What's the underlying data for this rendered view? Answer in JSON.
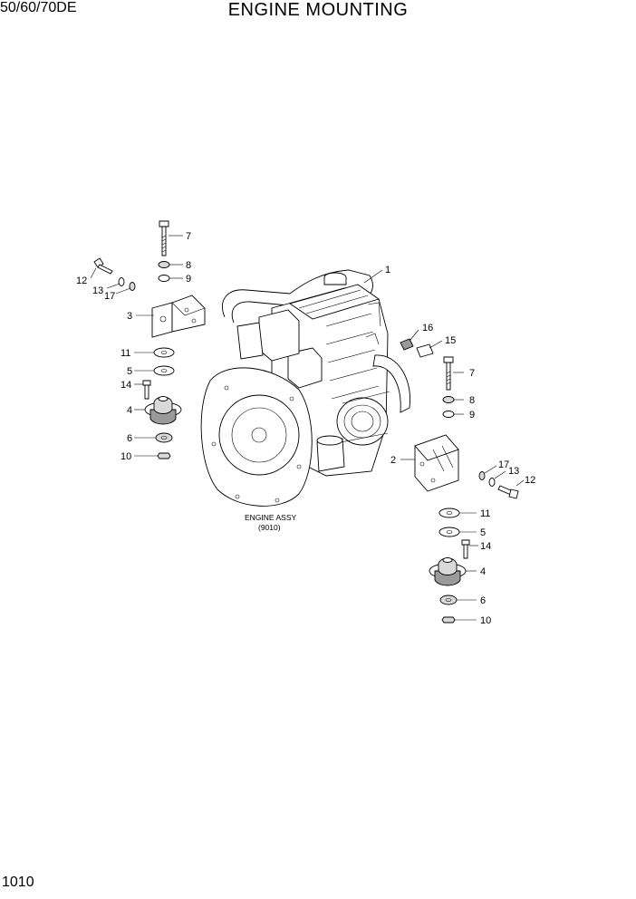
{
  "header": {
    "model": "50/60/70DE",
    "title": "ENGINE MOUNTING"
  },
  "footer": {
    "page_number": "1010"
  },
  "assembly_caption": {
    "line1": "ENGINE ASSY",
    "line2": "(9010)"
  },
  "callouts": {
    "c1": "1",
    "c2": "2",
    "c3": "3",
    "c4a": "4",
    "c4b": "4",
    "c5a": "5",
    "c5b": "5",
    "c6a": "6",
    "c6b": "6",
    "c7a": "7",
    "c7b": "7",
    "c8a": "8",
    "c8b": "8",
    "c9a": "9",
    "c9b": "9",
    "c10a": "10",
    "c10b": "10",
    "c11a": "11",
    "c11b": "11",
    "c12a": "12",
    "c12b": "12",
    "c13a": "13",
    "c13b": "13",
    "c14a": "14",
    "c14b": "14",
    "c15": "15",
    "c16": "16",
    "c17a": "17",
    "c17b": "17"
  }
}
